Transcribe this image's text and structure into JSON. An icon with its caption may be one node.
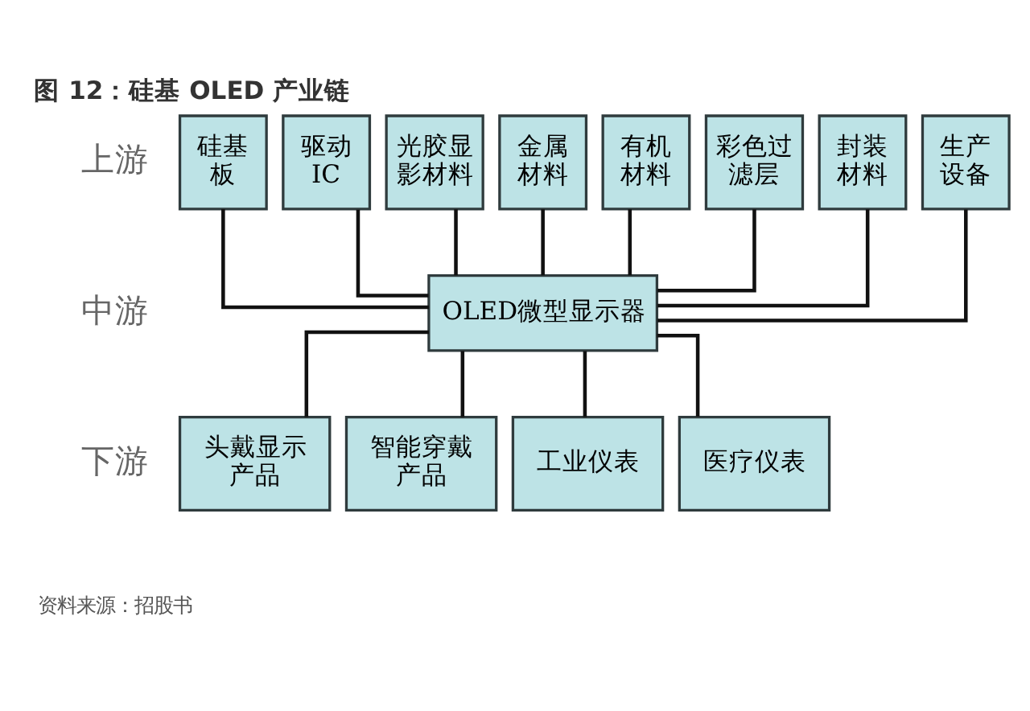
{
  "diagram": {
    "title": "图 12：硅基 OLED 产业链",
    "caption": "资料来源：招股书",
    "nodes": [
      {
        "text": [
          "硅基板"
        ]
      },
      {
        "text": [
          "驱动IC"
        ]
      },
      {
        "text": [
          "光胶显影材料"
        ]
      },
      {
        "text": [
          "金属材料"
        ]
      },
      {
        "text": [
          "有机材料"
        ]
      },
      {
        "text": [
          "彩色过滤层"
        ]
      },
      {
        "text": [
          "封装材料"
        ]
      },
      {
        "text": [
          "生产设备"
        ]
      },
      {
        "text": [
          "OLED微型显示器"
        ]
      },
      {
        "text": [
          "头戴显示产品"
        ]
      },
      {
        "text": [
          "智能穿戴产品"
        ]
      },
      {
        "text": [
          "工业仪表"
        ]
      },
      {
        "text": [
          "医疗仪表"
        ]
      }
    ],
    "edges": [
      {
        "from": 0,
        "to": 8,
        "arrow": "none"
      },
      {
        "from": 1,
        "to": 8,
        "arrow": "none"
      },
      {
        "from": 2,
        "to": 8,
        "arrow": "none"
      },
      {
        "from": 3,
        "to": 8,
        "arrow": "none"
      },
      {
        "from": 4,
        "to": 8,
        "arrow": "none"
      },
      {
        "from": 5,
        "to": 8,
        "arrow": "none"
      },
      {
        "from": 6,
        "to": 8,
        "arrow": "none"
      },
      {
        "from": 7,
        "to": 8,
        "arrow": "none"
      },
      {
        "from": 8,
        "to": 9,
        "arrow": "none"
      },
      {
        "from": 8,
        "to": 10,
        "arrow": "none"
      },
      {
        "from": 8,
        "to": 11,
        "arrow": "none"
      },
      {
        "from": 8,
        "to": 12,
        "arrow": "none"
      }
    ],
    "labels": [
      "上游",
      "中游",
      "下游"
    ]
  }
}
